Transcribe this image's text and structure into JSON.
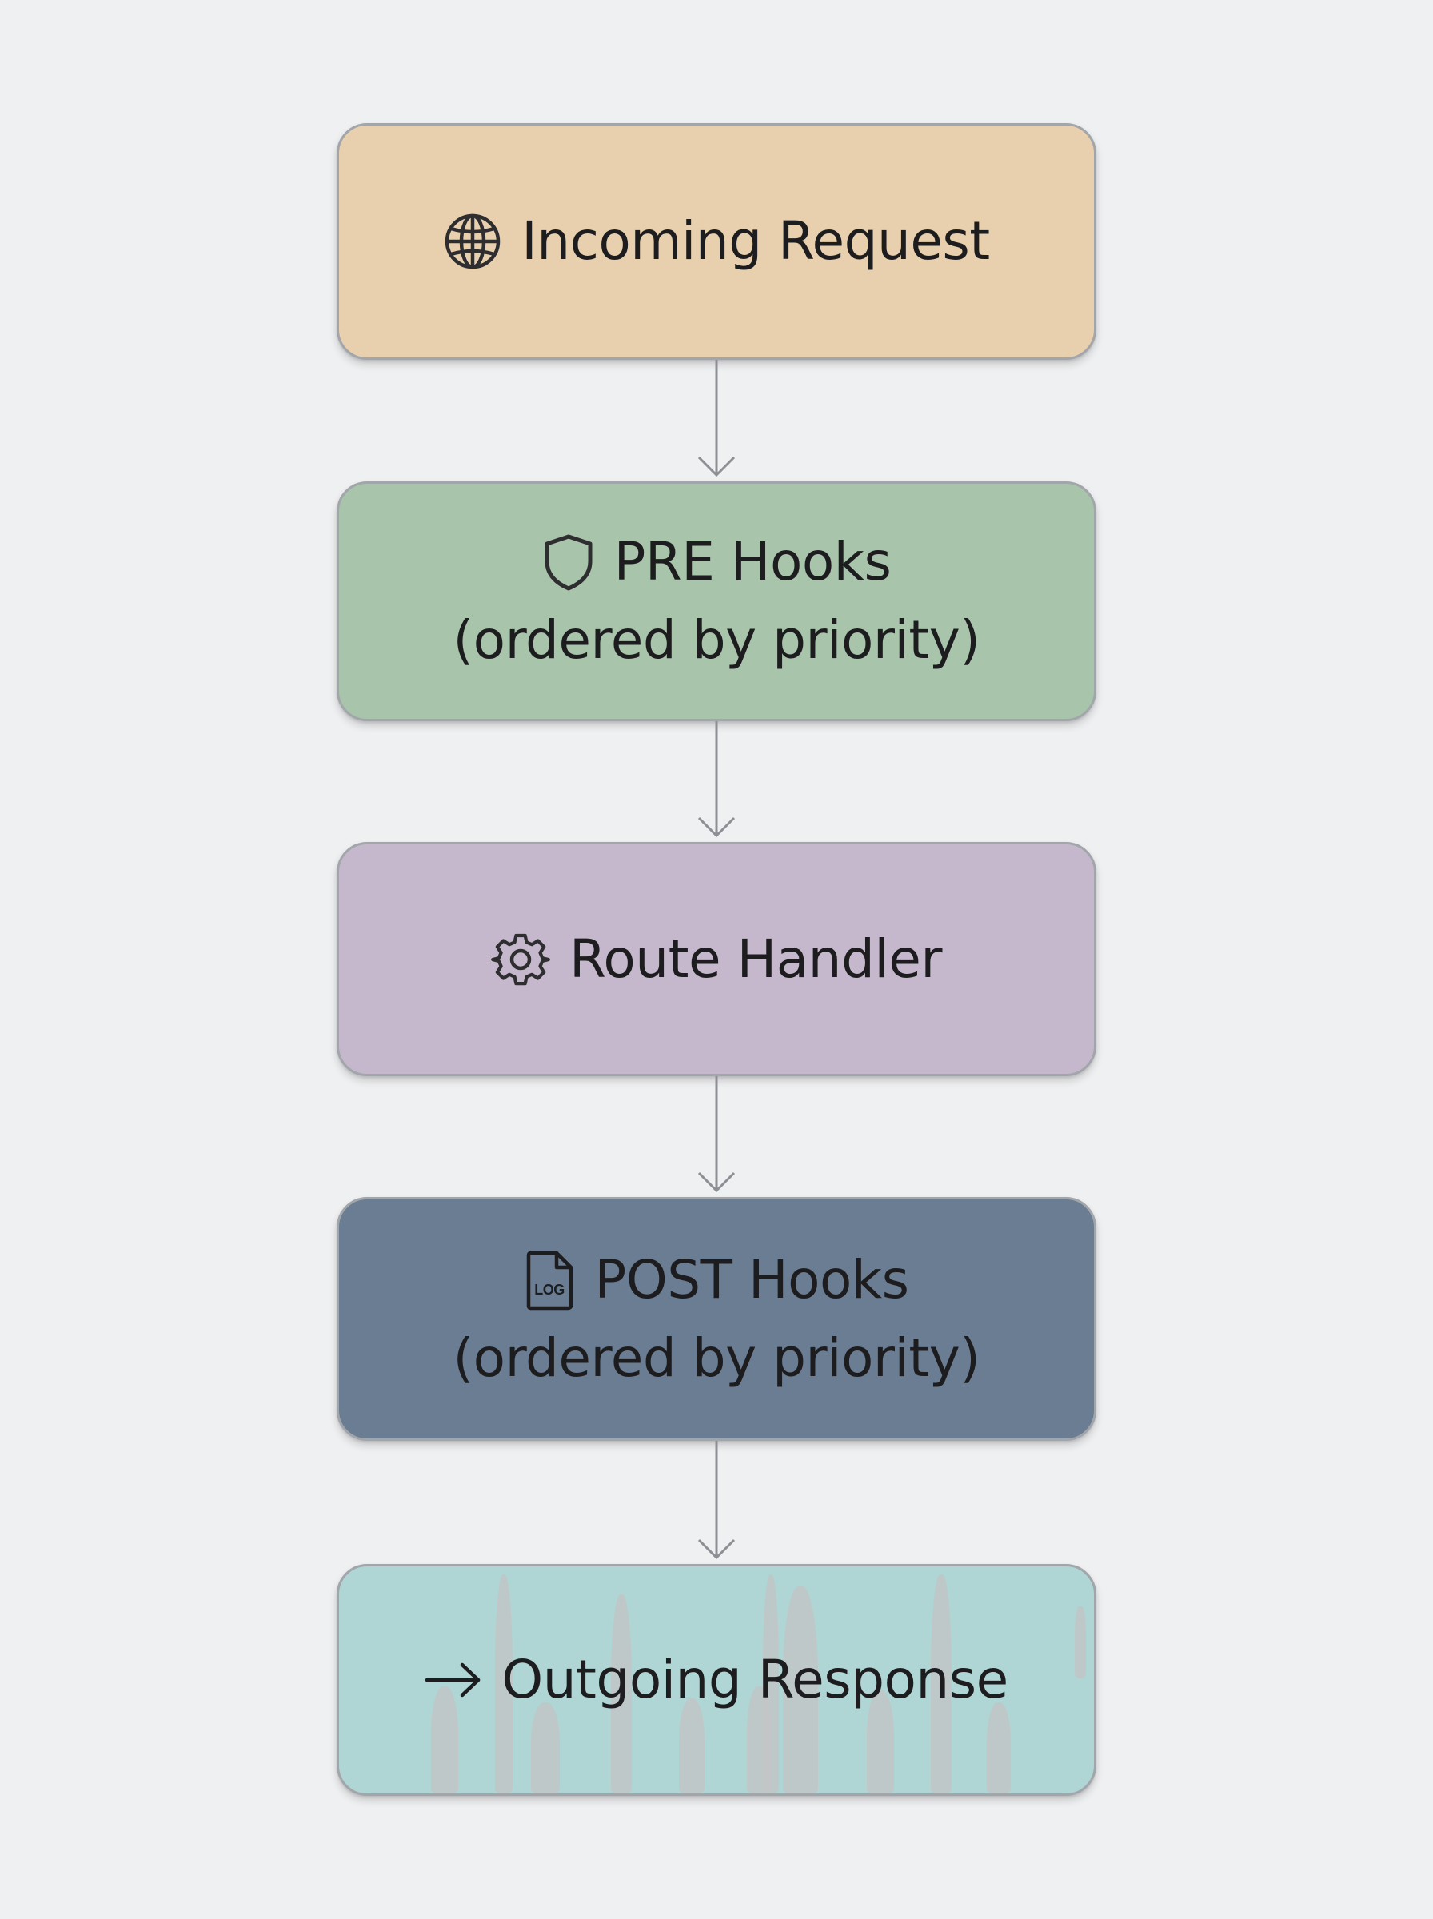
{
  "diagram": {
    "nodes": [
      {
        "id": "incoming",
        "icon": "globe-icon",
        "lines": [
          "Incoming Request"
        ],
        "fill": "#e8d0ae"
      },
      {
        "id": "pre",
        "icon": "shield-icon",
        "lines": [
          "PRE Hooks",
          "(ordered by priority)"
        ],
        "fill": "#a8c4ab"
      },
      {
        "id": "route",
        "icon": "gear-icon",
        "lines": [
          "Route Handler"
        ],
        "fill": "#c5b8cc"
      },
      {
        "id": "post",
        "icon": "log-file-icon",
        "lines": [
          "POST Hooks",
          "(ordered by priority)"
        ],
        "fill": "#6a7d92"
      },
      {
        "id": "outgoing",
        "icon": "arrow-right-icon",
        "lines": [
          "Outgoing Response"
        ],
        "fill": "#afd5d4"
      }
    ],
    "edges": [
      {
        "from": "incoming",
        "to": "pre"
      },
      {
        "from": "pre",
        "to": "route"
      },
      {
        "from": "route",
        "to": "post"
      },
      {
        "from": "post",
        "to": "outgoing"
      }
    ],
    "log_icon_text": "LOG",
    "colors": {
      "background": "#eff0f2",
      "border": "#a2a6ab",
      "connector": "#8c9095",
      "text": "#1d1d1f"
    }
  }
}
